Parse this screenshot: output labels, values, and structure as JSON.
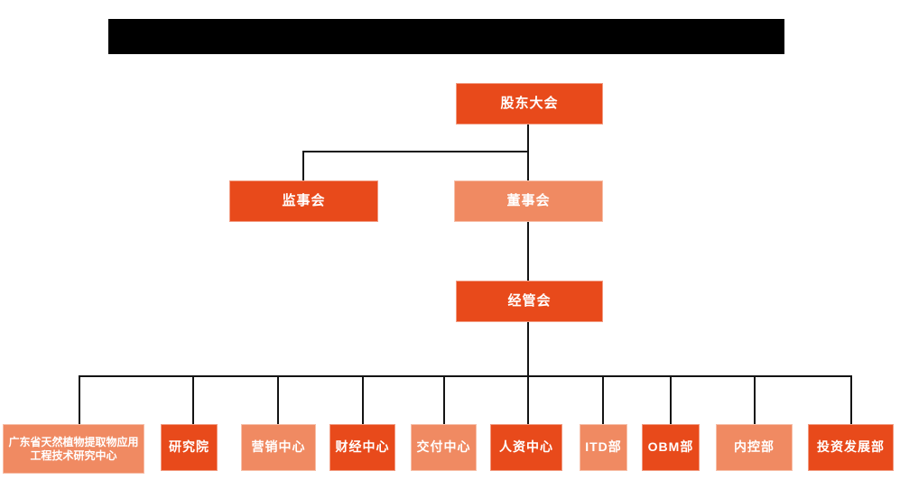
{
  "colors": {
    "primary": "#E84A1B",
    "secondary": "#F08A62",
    "line": "#141414",
    "redaction": "#000000",
    "text": "#ffffff",
    "background": "#ffffff"
  },
  "org_chart": {
    "level1": {
      "label": "股东大会",
      "variant": "primary"
    },
    "level2": [
      {
        "label": "监事会",
        "variant": "primary"
      },
      {
        "label": "董事会",
        "variant": "secondary"
      }
    ],
    "level3": {
      "label": "经管会",
      "variant": "primary"
    },
    "level4": [
      {
        "label": "广东省天然植物提取物应用工程技术研究中心",
        "variant": "secondary"
      },
      {
        "label": "研究院",
        "variant": "primary"
      },
      {
        "label": "营销中心",
        "variant": "secondary"
      },
      {
        "label": "财经中心",
        "variant": "primary"
      },
      {
        "label": "交付中心",
        "variant": "secondary"
      },
      {
        "label": "人资中心",
        "variant": "primary"
      },
      {
        "label": "ITD部",
        "variant": "secondary"
      },
      {
        "label": "OBM部",
        "variant": "primary"
      },
      {
        "label": "内控部",
        "variant": "secondary"
      },
      {
        "label": "投资发展部",
        "variant": "primary"
      }
    ]
  }
}
